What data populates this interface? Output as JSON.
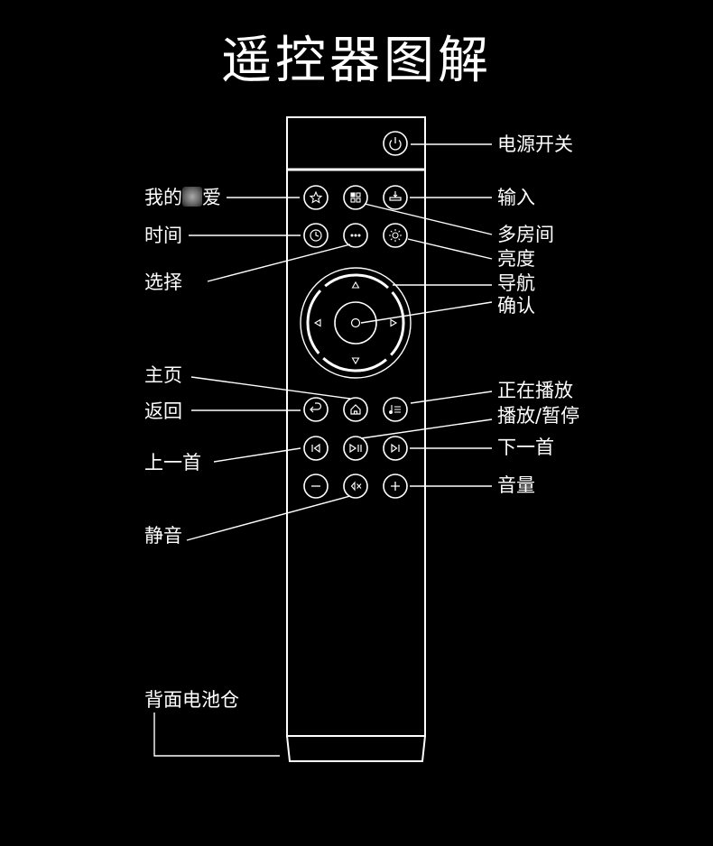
{
  "title": "遥控器图解",
  "labels": {
    "power": "电源开关",
    "favorite_left": "我的",
    "favorite_right": "爱",
    "input": "输入",
    "multiroom": "多房间",
    "time": "时间",
    "brightness": "亮度",
    "select": "选择",
    "navigation": "导航",
    "confirm": "确认",
    "home": "主页",
    "now_playing": "正在播放",
    "back": "返回",
    "play_pause": "播放/暂停",
    "previous": "上一首",
    "next": "下一首",
    "volume": "音量",
    "mute": "静音",
    "battery": "背面电池仓"
  },
  "icons": [
    "power-icon",
    "star-icon",
    "multiroom-icon",
    "input-icon",
    "clock-icon",
    "more-icon",
    "brightness-icon",
    "up-arrow-icon",
    "left-arrow-icon",
    "right-arrow-icon",
    "down-arrow-icon",
    "ok-icon",
    "back-icon",
    "home-icon",
    "now-playing-icon",
    "previous-icon",
    "play-pause-icon",
    "next-icon",
    "minus-icon",
    "mute-icon",
    "plus-icon"
  ]
}
